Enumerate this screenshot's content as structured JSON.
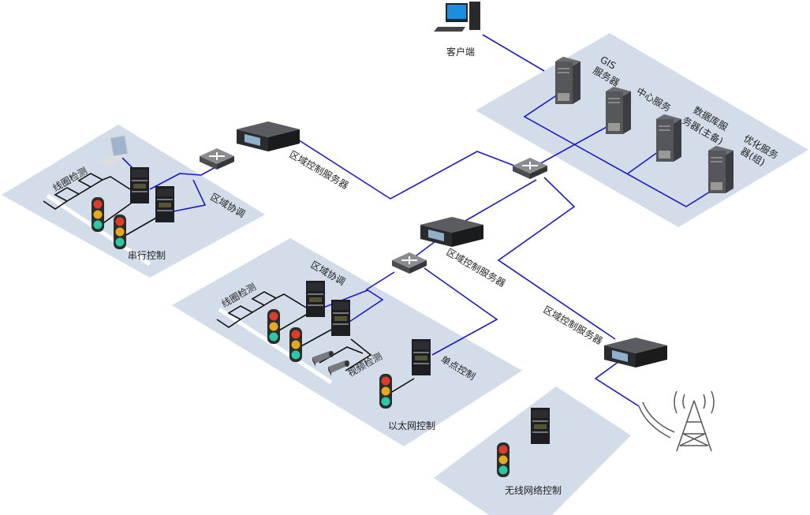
{
  "labels": {
    "client": "客户端",
    "gis_1": "GIS",
    "gis_2": "服务器",
    "center": "中心服务",
    "db_1": "数据库服",
    "db_2": "务器(主备)",
    "opt_1": "优化服务",
    "opt_2": "器(组)",
    "region_server_left": "区域控制服务器",
    "region_server_mid": "区域控制服务器",
    "region_server_right": "区域控制服务器",
    "coord_left": "区域协调",
    "coord_mid": "区域协调",
    "loop_left": "线圈检测",
    "loop_mid": "线圈检测",
    "serial": "串行控制",
    "video": "视频检测",
    "single": "单点控制",
    "ethernet": "以太网控制",
    "wireless": "无线网络控制"
  },
  "colors": {
    "network_line": "#1c1cc4",
    "plate": "#d3dde9",
    "control_wire": "#111111"
  }
}
